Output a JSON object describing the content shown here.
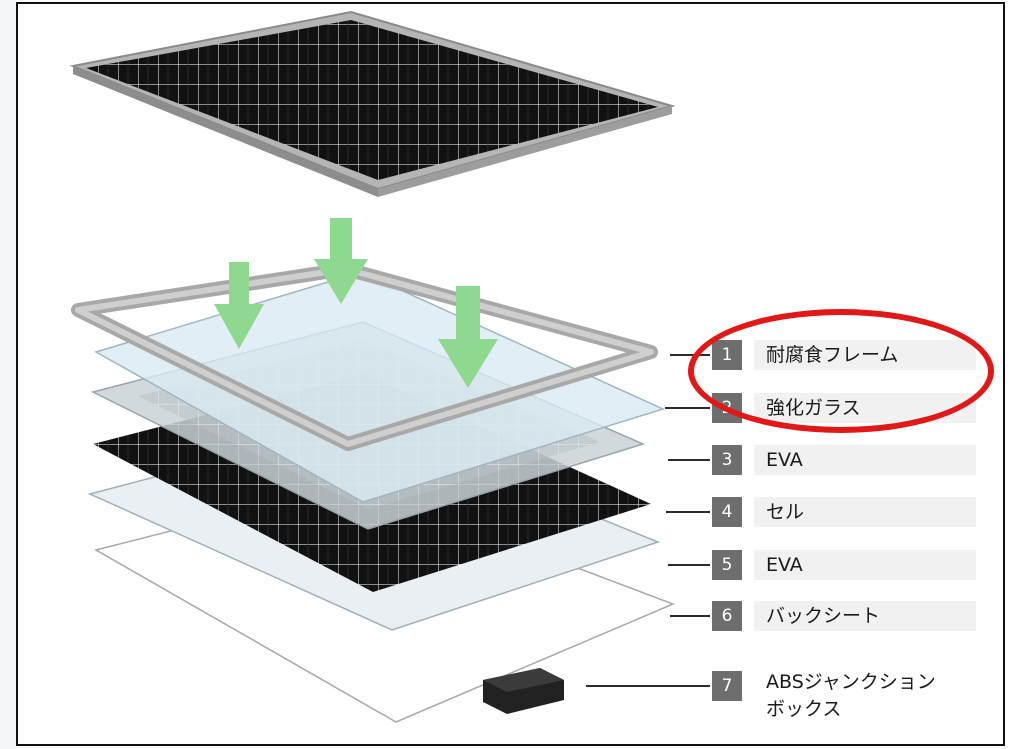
{
  "colors": {
    "frame_gray": "#a8a8a8",
    "cell_black": "#111111",
    "glass": "#dbeaf2",
    "arrow_green": "#8fd88f",
    "number_badge": "#6e6e6e",
    "label_bg": "#f1f1f1",
    "highlight_red": "#e11818"
  },
  "icons": [
    "down-arrow-icon",
    "junction-box-icon"
  ],
  "layers": [
    {
      "number": "1",
      "label": "耐腐食フレーム"
    },
    {
      "number": "2",
      "label": "強化ガラス"
    },
    {
      "number": "3",
      "label": "EVA"
    },
    {
      "number": "4",
      "label": "セル"
    },
    {
      "number": "5",
      "label": "EVA"
    },
    {
      "number": "6",
      "label": "バックシート"
    },
    {
      "number": "7",
      "label": "ABSジャンクション\nボックス"
    }
  ],
  "highlighted_layers": [
    "1",
    "2"
  ]
}
